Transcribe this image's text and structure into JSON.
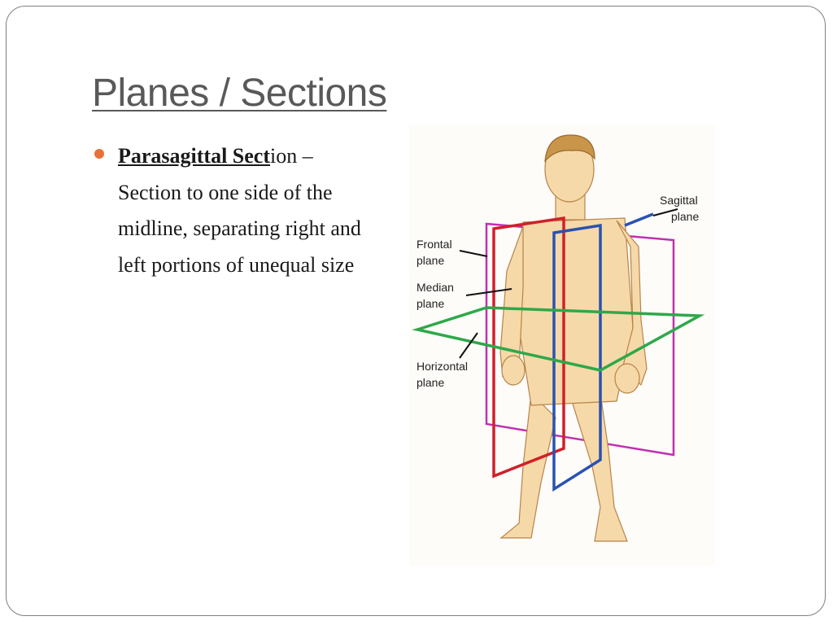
{
  "slide": {
    "title": "Planes / Sections",
    "bullet": {
      "term_bold": "Parasagittal Sect",
      "term_rest": "ion",
      "description": " – Section to one side of the midline, separating right and left portions of unequal size"
    }
  },
  "diagram": {
    "labels": {
      "sagittal_line1": "Sagittal",
      "sagittal_line2": "plane",
      "frontal_line1": "Frontal",
      "frontal_line2": "plane",
      "median_line1": "Median",
      "median_line2": "plane",
      "horizontal_line1": "Horizontal",
      "horizontal_line2": "plane"
    },
    "colors": {
      "frontal_plane": "#d0202a",
      "median_plane": "#2a52b0",
      "sagittal_plane": "#c030b0",
      "horizontal_plane": "#2ea84a",
      "skin": "#f6d9a8",
      "bullet": "#e8703a"
    }
  }
}
